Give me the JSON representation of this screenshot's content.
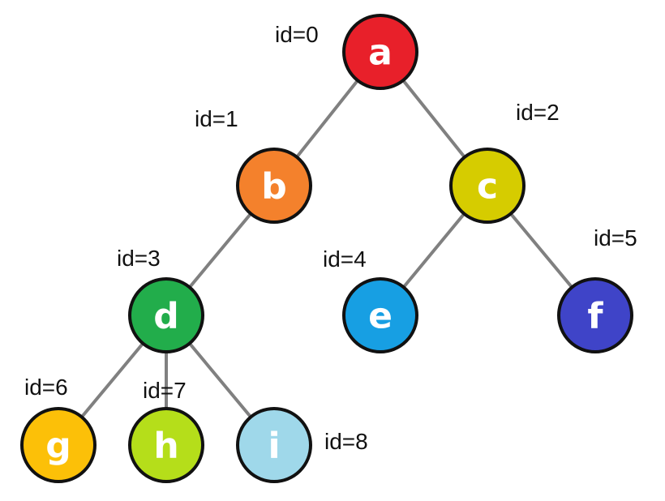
{
  "nodes": [
    {
      "letter": "a",
      "id_text": "id=0",
      "color": "#e8202a"
    },
    {
      "letter": "b",
      "id_text": "id=1",
      "color": "#f4812c"
    },
    {
      "letter": "c",
      "id_text": "id=2",
      "color": "#d6cc00"
    },
    {
      "letter": "d",
      "id_text": "id=3",
      "color": "#22ad4b"
    },
    {
      "letter": "e",
      "id_text": "id=4",
      "color": "#179fe3"
    },
    {
      "letter": "f",
      "id_text": "id=5",
      "color": "#3f44c8"
    },
    {
      "letter": "g",
      "id_text": "id=6",
      "color": "#fcc008"
    },
    {
      "letter": "h",
      "id_text": "id=7",
      "color": "#b5de1a"
    },
    {
      "letter": "i",
      "id_text": "id=8",
      "color": "#9fd8ea"
    }
  ],
  "edges": [
    [
      "a",
      "b"
    ],
    [
      "a",
      "c"
    ],
    [
      "b",
      "d"
    ],
    [
      "c",
      "e"
    ],
    [
      "c",
      "f"
    ],
    [
      "d",
      "g"
    ],
    [
      "d",
      "h"
    ],
    [
      "d",
      "i"
    ]
  ]
}
